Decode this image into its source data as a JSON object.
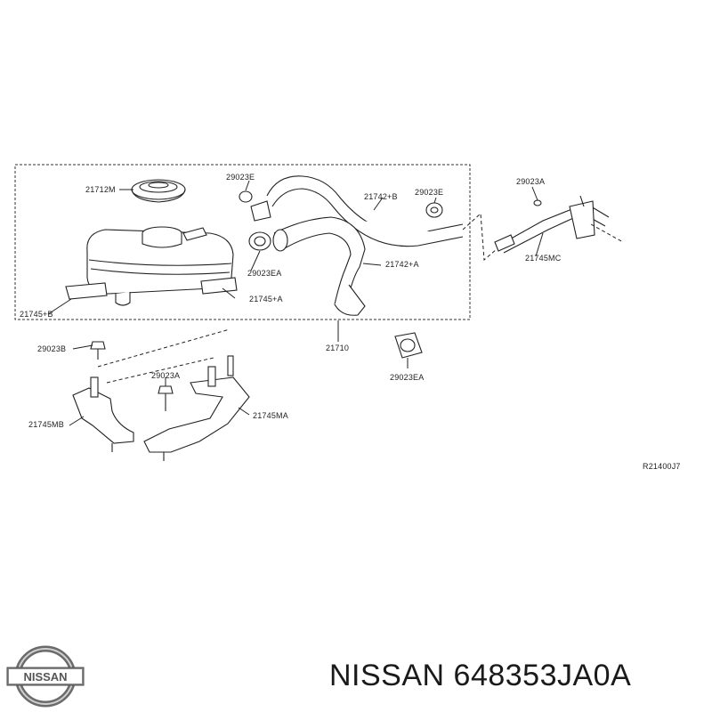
{
  "diagram": {
    "ref_code": "R21400J7",
    "labels": {
      "l_21712M": "21712M",
      "l_29023E_1": "29023E",
      "l_21742B": "21742+B",
      "l_29023E_2": "29023E",
      "l_29023A_1": "29023A",
      "l_29023EA_1": "29023EA",
      "l_21742A": "21742+A",
      "l_21745B": "21745+B",
      "l_21745A": "21745+A",
      "l_21745MC": "21745MC",
      "l_21710": "21710",
      "l_29023B": "29023B",
      "l_29023A_2": "29023A",
      "l_29023EA_2": "29023EA",
      "l_21745MB": "21745MB",
      "l_21745MA": "21745MA"
    }
  },
  "brand": {
    "logo_text": "NISSAN",
    "title": "NISSAN 648353JA0A"
  }
}
